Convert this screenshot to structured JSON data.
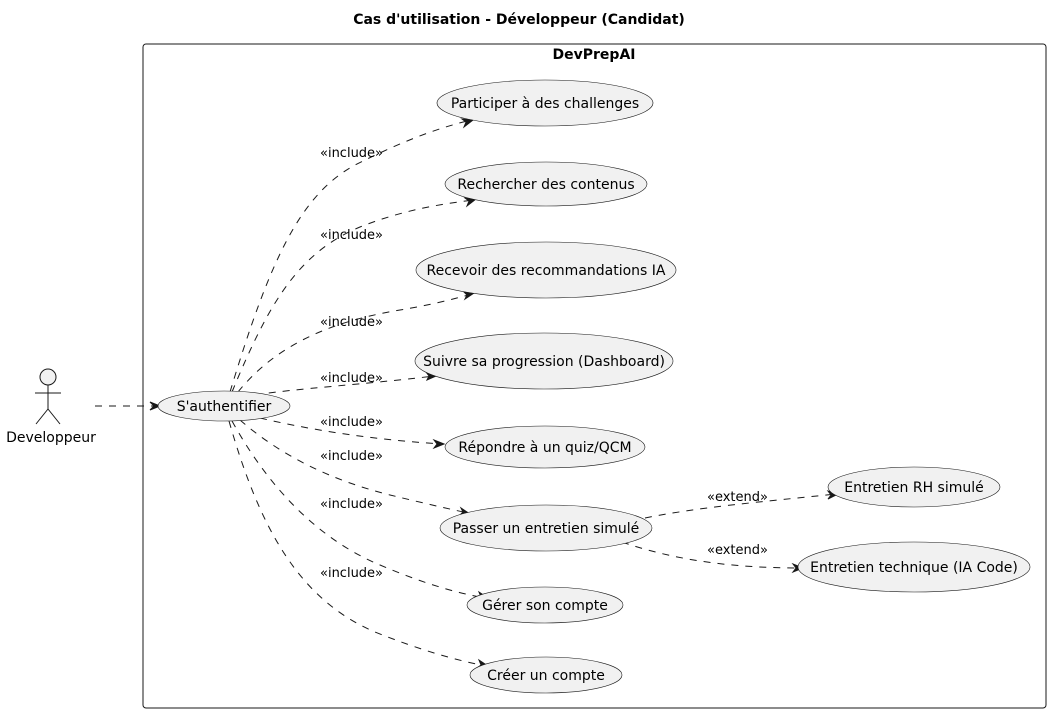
{
  "title": "Cas d'utilisation - Développeur (Candidat)",
  "system": {
    "name": "DevPrepAI"
  },
  "actor": {
    "name": "Developpeur"
  },
  "use_cases": {
    "auth": "S'authentifier",
    "challenges": "Participer à des challenges",
    "search": "Rechercher des contenus",
    "reco": "Recevoir des recommandations IA",
    "progress": "Suivre sa progression (Dashboard)",
    "quiz": "Répondre à un quiz/QCM",
    "interview": "Passer un entretien simulé",
    "account": "Gérer son compte",
    "create": "Créer un compte",
    "rh": "Entretien RH simulé",
    "tech": "Entretien technique (IA Code)"
  },
  "relations": {
    "include": "«include»",
    "extend": "«extend»"
  }
}
